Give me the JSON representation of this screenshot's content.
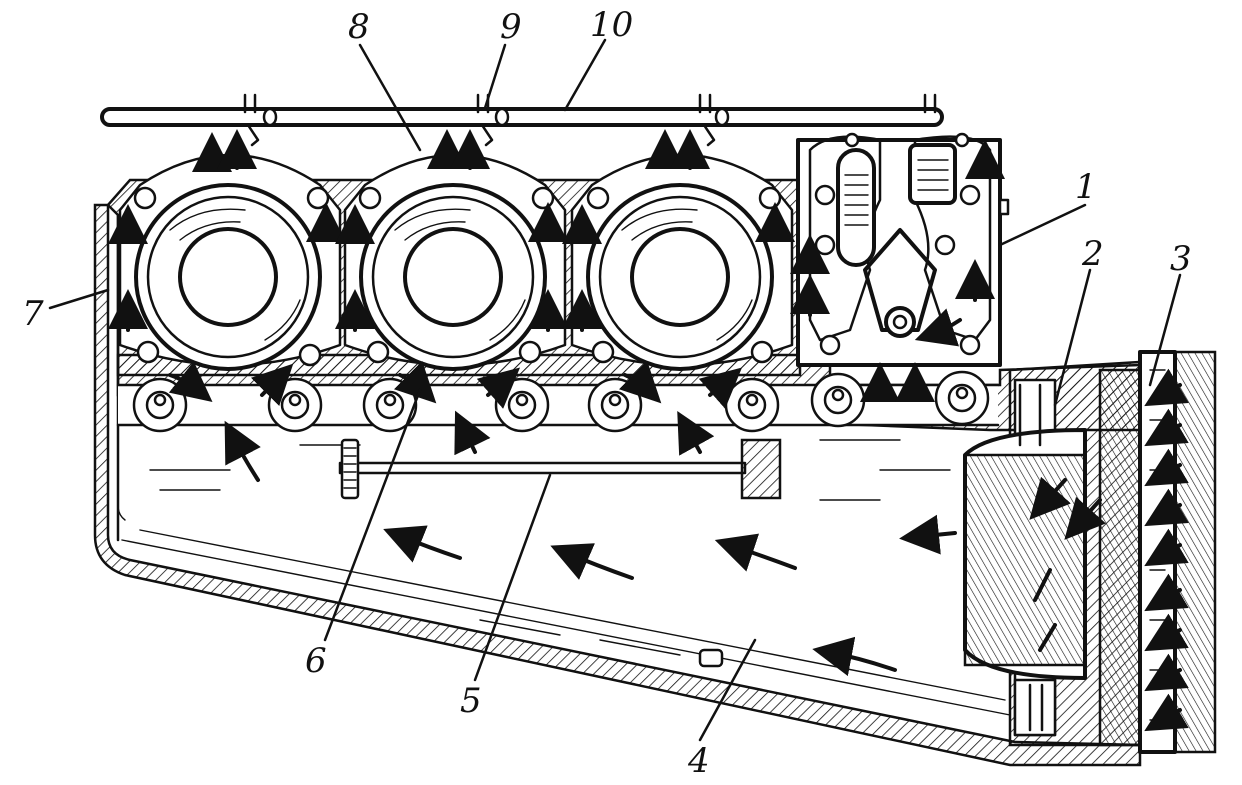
{
  "callouts": [
    {
      "id": "1",
      "text": "1"
    },
    {
      "id": "2",
      "text": "2"
    },
    {
      "id": "3",
      "text": "3"
    },
    {
      "id": "4",
      "text": "4"
    },
    {
      "id": "5",
      "text": "5"
    },
    {
      "id": "6",
      "text": "6"
    },
    {
      "id": "7",
      "text": "7"
    },
    {
      "id": "8",
      "text": "8"
    },
    {
      "id": "9",
      "text": "9"
    },
    {
      "id": "10",
      "text": "10"
    }
  ],
  "colors": {
    "ink": "#111111",
    "paper": "#ffffff"
  }
}
